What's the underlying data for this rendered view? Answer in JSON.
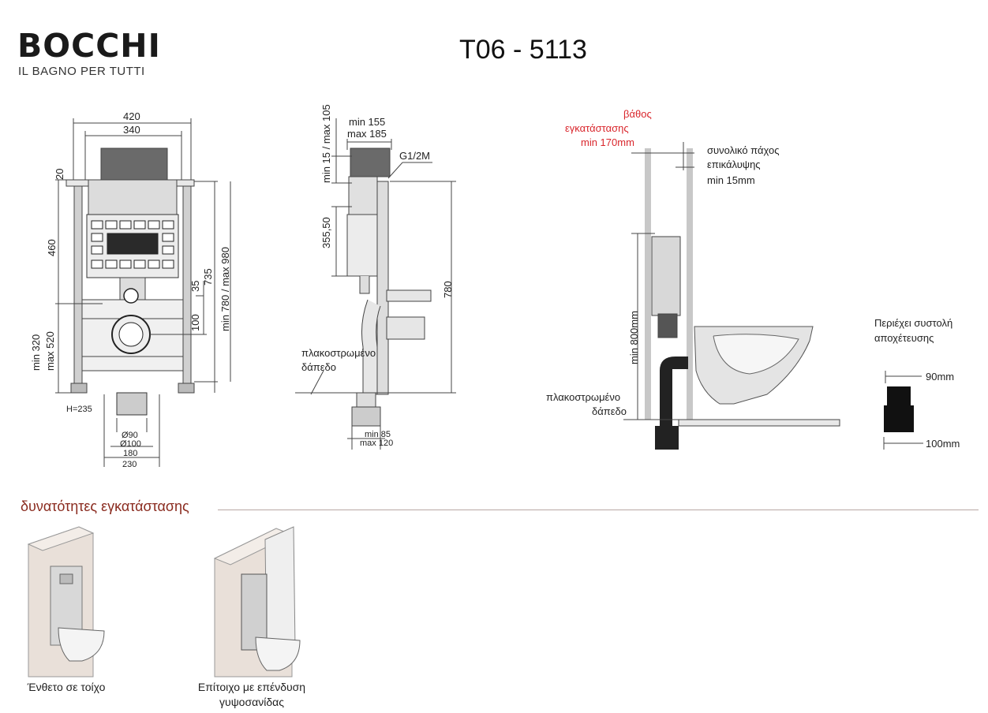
{
  "brand": {
    "name": "BOCCHI",
    "tagline": "IL BAGNO PER TUTTI"
  },
  "product_code": "T06 - 5113",
  "front_view": {
    "dims": {
      "w420": "420",
      "w340": "340",
      "h20": "20",
      "h460": "460",
      "h35": "35",
      "h100": "100",
      "h735": "735",
      "h780_980": "min 780 / max 980",
      "min320": "min 320",
      "max520": "max 520",
      "h235": "H=235",
      "d90": "Ø90",
      "d100": "Ø100",
      "w180": "180",
      "w230": "230"
    }
  },
  "side_view": {
    "dims": {
      "v15_105": "min 15 / max 105",
      "min155": "min 155",
      "max185": "max 185",
      "g12m": "G1/2M",
      "v355": "355,50",
      "v780": "780",
      "floor1": "πλακοστρωμένο",
      "floor2": "δάπεδο",
      "min85": "min 85",
      "max120": "max 120"
    }
  },
  "install_view": {
    "depth1": "βάθος",
    "depth2": "εγκατάστασης",
    "depth3": "min 170mm",
    "cover1": "συνολικό πάχος",
    "cover2": "επικάλυψης",
    "cover3": "min 15mm",
    "min800": "min 800mm",
    "floor1": "πλακοστρωμένο",
    "floor2": "δάπεδο"
  },
  "shrink": {
    "title1": "Περιέχει συστολή",
    "title2": "αποχέτευσης",
    "d90": "90mm",
    "d100": "100mm"
  },
  "options": {
    "heading": "δυνατότητες εγκατάστασης",
    "items": [
      {
        "caption1": "Ένθετο σε τοίχο",
        "caption2": ""
      },
      {
        "caption1": "Επίτοιχο με επένδυση",
        "caption2": "γυψοσανίδας"
      }
    ]
  }
}
